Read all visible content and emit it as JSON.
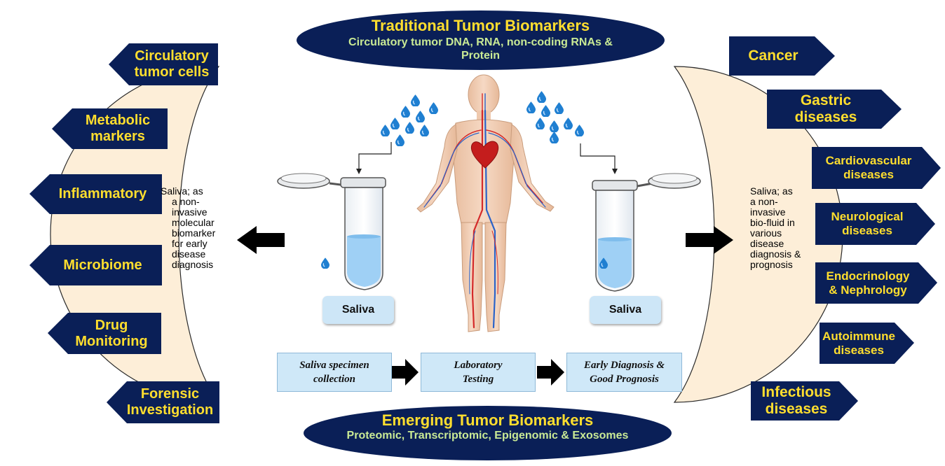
{
  "top_oval": {
    "title": "Traditional Tumor Biomarkers",
    "subtitle": "Circulatory tumor DNA, RNA, non-coding RNAs & Protein"
  },
  "bottom_oval": {
    "title": "Emerging Tumor Biomarkers",
    "subtitle": "Proteomic, Transcriptomic, Epigenomic & Exosomes"
  },
  "left_labels": [
    {
      "line1": "Circulatory",
      "line2": "tumor cells"
    },
    {
      "line1": "Metabolic",
      "line2": "markers"
    },
    {
      "line1": "Inflammatory",
      "line2": ""
    },
    {
      "line1": "Microbiome",
      "line2": ""
    },
    {
      "line1": "Drug",
      "line2": "Monitoring"
    },
    {
      "line1": "Forensic",
      "line2": "Investigation"
    }
  ],
  "right_labels": [
    {
      "line1": "Cancer",
      "line2": ""
    },
    {
      "line1": "Gastric",
      "line2": "diseases"
    },
    {
      "line1": "Cardiovascular",
      "line2": "diseases"
    },
    {
      "line1": "Neurological",
      "line2": "diseases"
    },
    {
      "line1": "Endocrinology",
      "line2": "& Nephrology"
    },
    {
      "line1": "Autoimmune",
      "line2": "diseases"
    },
    {
      "line1": "Infectious",
      "line2": "diseases"
    }
  ],
  "left_crescent_text": [
    "Saliva; as",
    "a non-",
    "invasive",
    "molecular",
    "biomarker",
    "for early",
    "disease",
    "diagnosis"
  ],
  "right_crescent_text": [
    "Saliva; as",
    "a non-",
    "invasive",
    "bio-fluid in",
    "various",
    "disease",
    "diagnosis &",
    "prognosis"
  ],
  "saliva_left": "Saliva",
  "saliva_right": "Saliva",
  "steps": [
    {
      "line1": "Saliva specimen",
      "line2": "collection"
    },
    {
      "line1": "Laboratory",
      "line2": "Testing"
    },
    {
      "line1": "Early Diagnosis &",
      "line2": "Good Prognosis"
    }
  ],
  "colors": {
    "navy": "#0a1f57",
    "yellow_text": "#ffde2e",
    "green_text": "#c9ea95",
    "crescent_fill": "#fdeed8",
    "box_fill": "#cfe8f8",
    "liquid": "#9fd0f5",
    "drop": "#1f7fd1",
    "artery": "#d42a2a",
    "vein": "#2a63c9",
    "skin": "#f1cdb4"
  }
}
